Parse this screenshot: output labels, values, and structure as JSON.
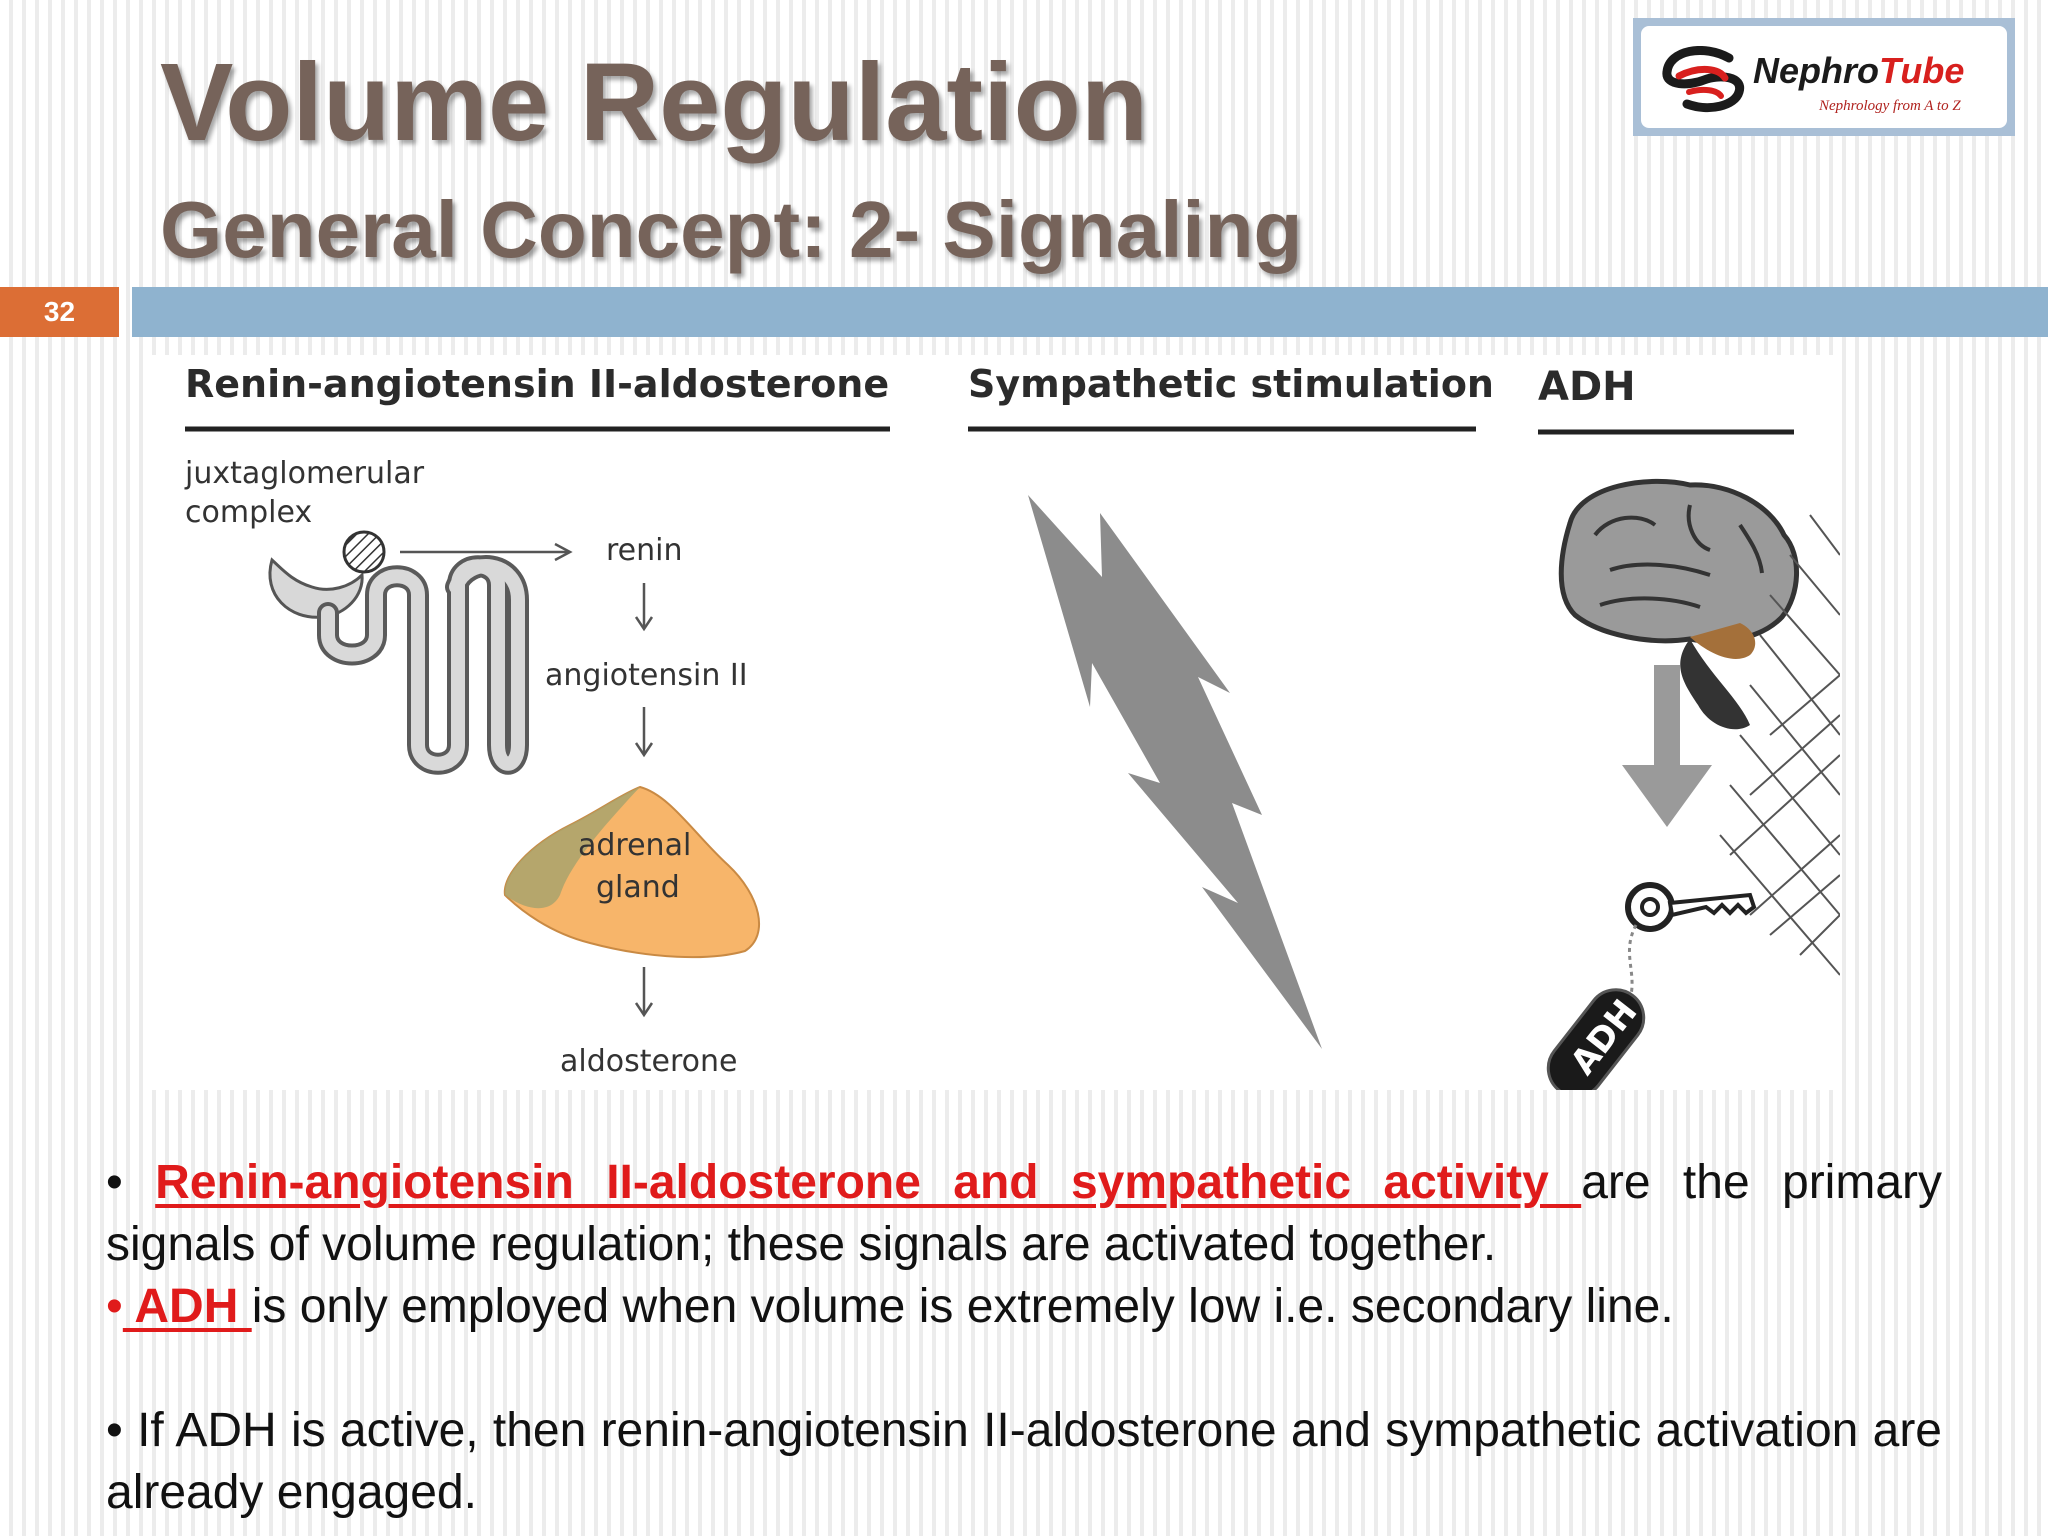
{
  "slide": {
    "title": "Volume Regulation",
    "subtitle": "General Concept: 2- Signaling",
    "number": "32"
  },
  "logo": {
    "brand_part1": "Nephro",
    "brand_part2": "Tube",
    "tagline": "Nephrology from A to Z"
  },
  "diagram": {
    "raas": {
      "heading": "Renin-angiotensin II-aldosterone",
      "jg_label_line1": "juxtaglomerular",
      "jg_label_line2": "complex",
      "step1": "renin",
      "step2": "angiotensin II",
      "gland_line1": "adrenal",
      "gland_line2": "gland",
      "step3": "aldosterone"
    },
    "sympathetic": {
      "heading": "Sympathetic stimulation",
      "icon": "lightning-bolt-icon"
    },
    "adh": {
      "heading": "ADH",
      "tag_label": "ADH",
      "icons": [
        "brain-icon",
        "down-arrow-icon",
        "key-icon"
      ]
    }
  },
  "text": {
    "p1_bullet": "•",
    "p1_highlight": "Renin-angiotensin II-aldosterone and sympathetic activity ",
    "p1_rest": "are the primary signals of volume regulation; these signals are activated together.",
    "p2_bullet": "•",
    "p2_highlight": " ADH  ",
    "p2_rest": "is only employed when volume is extremely low i.e. secondary line.",
    "p3_bullet": "•",
    "p3_text": "If ADH is active, then renin-angiotensin II-aldosterone and sympathetic activation are already engaged."
  },
  "colors": {
    "title": "#76635a",
    "accent_orange": "#dc6e35",
    "accent_blue": "#8fb3cf",
    "highlight_red": "#e01b1b",
    "gland": "#f7b56a"
  }
}
